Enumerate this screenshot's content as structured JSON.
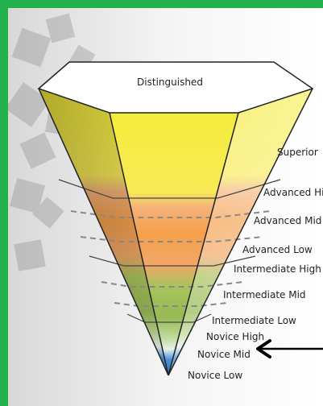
{
  "levels": {
    "distinguished": "Distinguished",
    "superior": "Superior",
    "advanced_high": "Advanced High",
    "advanced_mid": "Advanced Mid",
    "advanced_low": "Advanced Low",
    "intermediate_high": "Intermediate High",
    "intermediate_mid": "Intermediate Mid",
    "intermediate_low": "Intermediate Low",
    "novice_high": "Novice High",
    "novice_mid": "Novice Mid",
    "novice_low": "Novice Low"
  },
  "colors": {
    "frame": "#22b14c",
    "superior_yellow": "#f4ec3a",
    "advanced_orange": "#f5a04a",
    "intermediate_green": "#9cbf5a",
    "novice_blue": "#4a90d9",
    "top_face": "#ffffff"
  },
  "pointer": {
    "target": "Novice Mid",
    "icon": "left-arrow"
  }
}
